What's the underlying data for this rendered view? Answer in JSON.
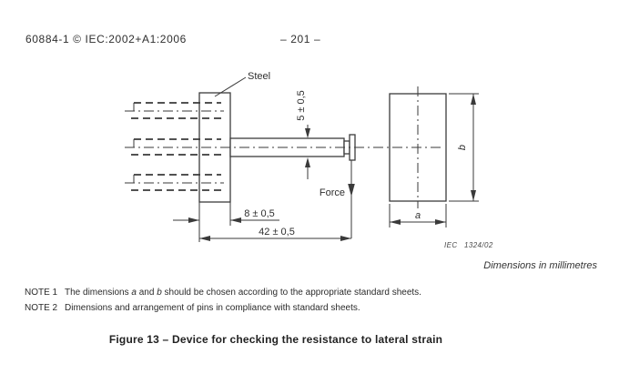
{
  "header": {
    "standard": "60884-1 © IEC:2002+A1:2006",
    "page": "– 201 –"
  },
  "drawing": {
    "steel_label": "Steel",
    "dim_pin_diameter": "5 ± 0,5",
    "force_label": "Force",
    "dim_plate_thickness": "8 ± 0,5",
    "dim_overall_length": "42 ± 0,5",
    "dim_width_label": "a",
    "dim_height_label": "b",
    "ref_prefix": "IEC",
    "ref_number": "1324/02"
  },
  "units_note": "Dimensions in millimetres",
  "notes": [
    {
      "label": "NOTE 1",
      "parts": {
        "p1": "The dimensions ",
        "a": "a",
        "p2": " and ",
        "b": "b",
        "p3": " should be chosen according to the appropriate standard sheets."
      }
    },
    {
      "label": "NOTE 2",
      "text": "Dimensions and arrangement of pins in compliance with standard sheets."
    }
  ],
  "caption": "Figure 13 – Device for checking the resistance to lateral strain",
  "colors": {
    "ink": "#2d2d2d",
    "line": "#3a3a3a",
    "background": "#ffffff"
  }
}
